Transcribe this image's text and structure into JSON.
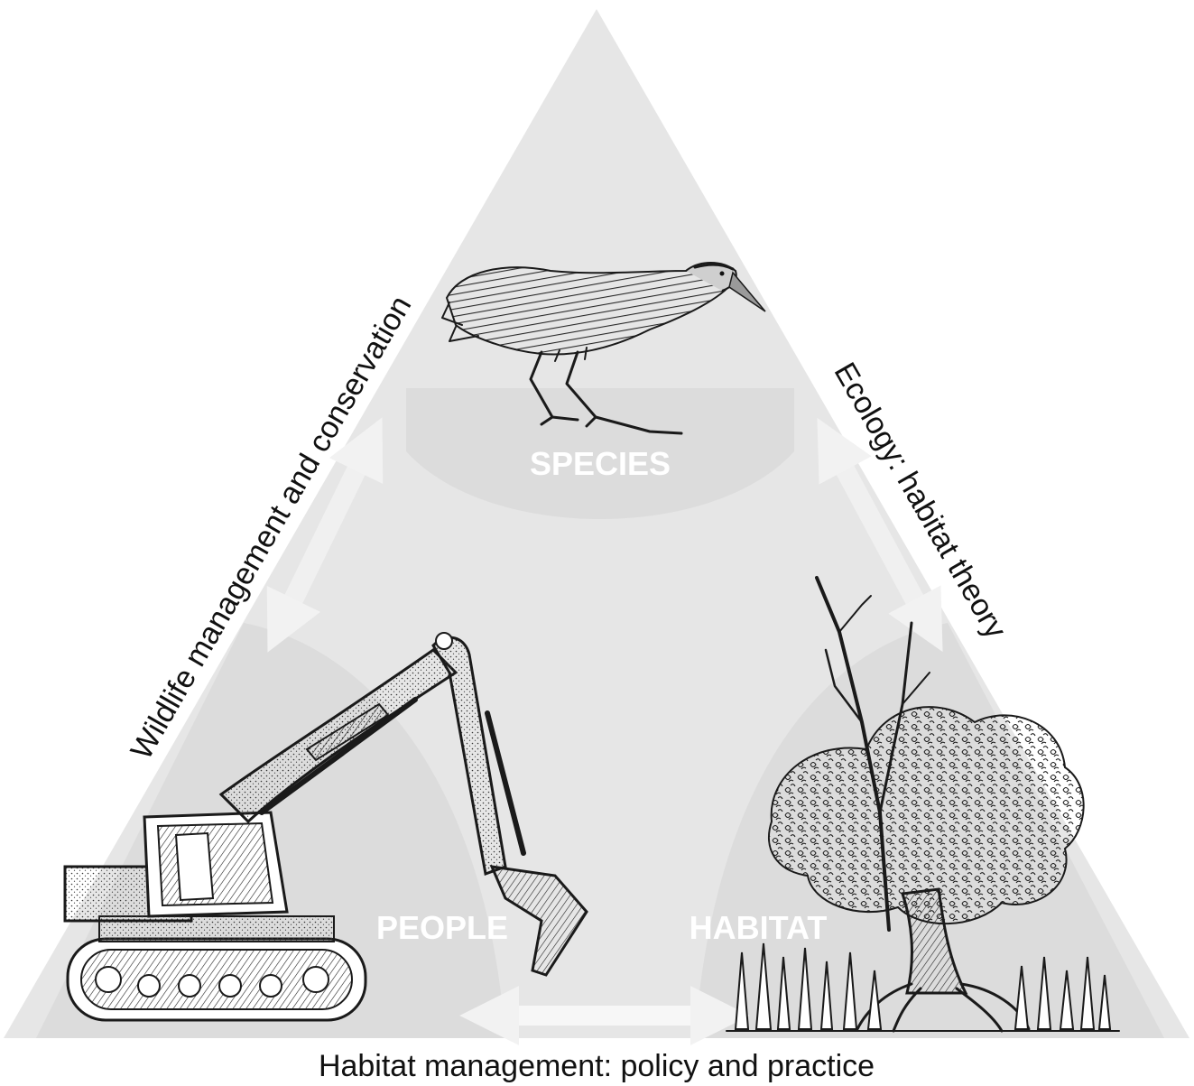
{
  "nodes": {
    "species": {
      "label": "SPECIES",
      "illustration": "rail-bird"
    },
    "people": {
      "label": "PEOPLE",
      "illustration": "excavator"
    },
    "habitat": {
      "label": "HABITAT",
      "illustration": "mangrove-tree"
    }
  },
  "edges": {
    "left": {
      "label": "Wildlife management and conservation"
    },
    "right": {
      "label": "Ecology: habitat theory"
    },
    "bottom": {
      "label": "Habitat management: policy and practice"
    }
  },
  "colors": {
    "triangle": "#e6e6e6",
    "shading": "#dcdcdc",
    "arrows": "#f0f0f0",
    "label_text": "#ffffff",
    "caption_text": "#111111",
    "ink": "#1a1a1a"
  }
}
